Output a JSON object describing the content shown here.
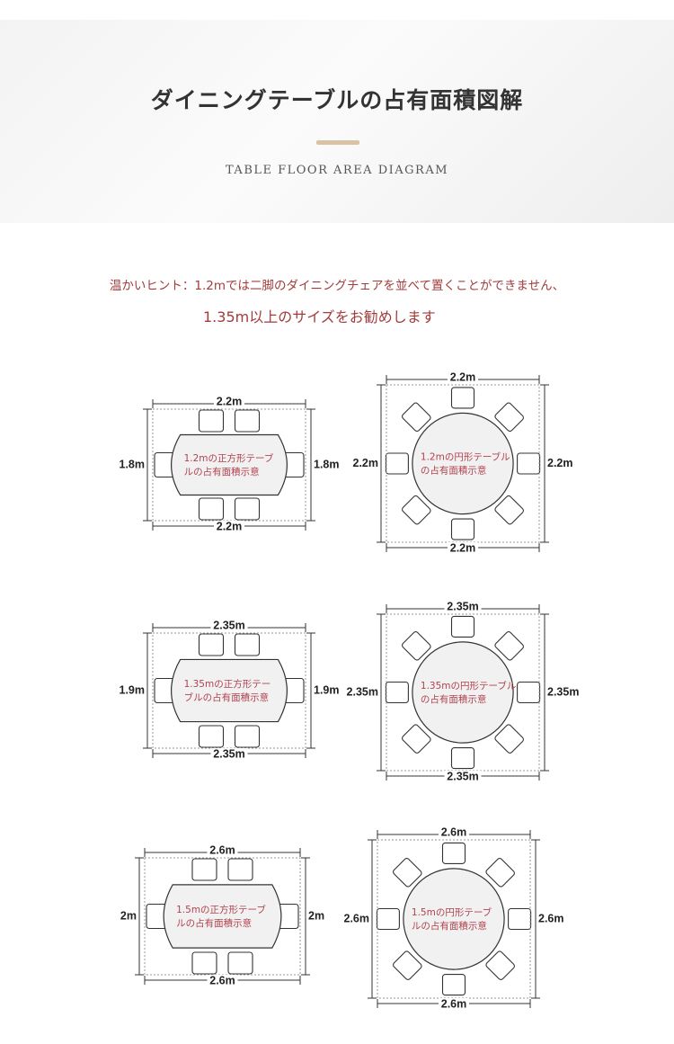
{
  "header": {
    "title": "ダイニングテーブルの占有面積図解",
    "subtitle": "TABLE FLOOR AREA DIAGRAM"
  },
  "hint": {
    "line1": "温かいヒント：1.2mでは二脚のダイニングチェアを並べて置くことができません、",
    "line2": "1.35m以上のサイズをお勧めします"
  },
  "diagrams": [
    {
      "shape": "rect",
      "top": "2.2m",
      "bottom": "2.2m",
      "left": "1.8m",
      "right": "1.8m",
      "label1": "1.2mの正方形テーブ",
      "label2": "ルの占有面積示意"
    },
    {
      "shape": "round",
      "top": "2.2m",
      "bottom": "2.2m",
      "left": "2.2m",
      "right": "2.2m",
      "label1": "1.2mの円形テーブル",
      "label2": "の占有面積示意"
    },
    {
      "shape": "rect",
      "top": "2.35m",
      "bottom": "2.35m",
      "left": "1.9m",
      "right": "1.9m",
      "label1": "1.35mの正方形テー",
      "label2": "ブルの占有面積示意"
    },
    {
      "shape": "round",
      "top": "2.35m",
      "bottom": "2.35m",
      "left": "2.35m",
      "right": "2.35m",
      "label1": "1.35mの円形テーブル",
      "label2": "の占有面積示意"
    },
    {
      "shape": "rect",
      "top": "2.6m",
      "bottom": "2.6m",
      "left": "2m",
      "right": "2m",
      "label1": "1.5mの正方形テーブ",
      "label2": "ルの占有面積示意"
    },
    {
      "shape": "round",
      "top": "2.6m",
      "bottom": "2.6m",
      "left": "2.6m",
      "right": "2.6m",
      "label1": "1.5mの円形テーブ",
      "label2": "ルの占有面積示意"
    }
  ],
  "colors": {
    "hint": "#a23c3c",
    "label": "#b2424e",
    "accent": "#d9c3a4"
  }
}
